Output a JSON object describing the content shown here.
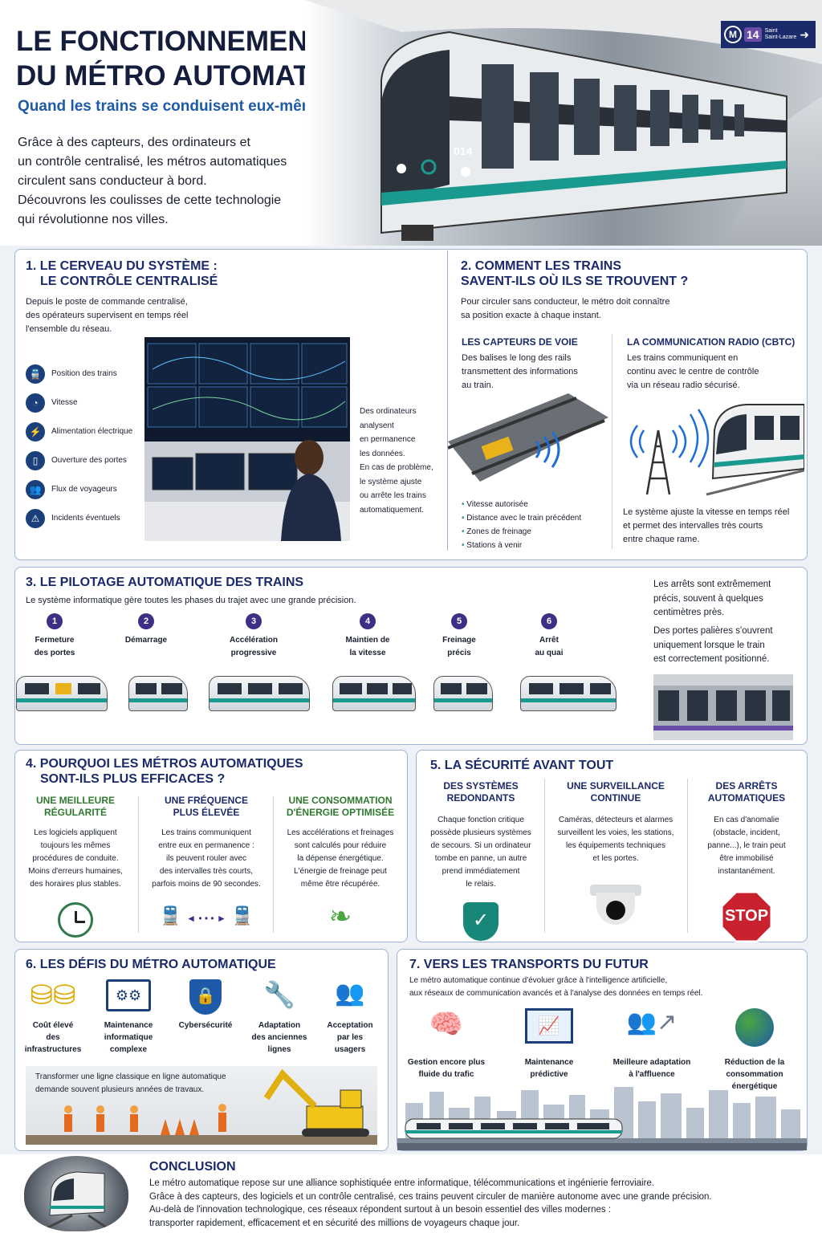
{
  "header": {
    "title_line1": "LE FONCTIONNEMENT",
    "title_line2": "DU MÉTRO AUTOMATIQUE",
    "subtitle": "Quand les trains se conduisent eux-mêmes",
    "intro": [
      "Grâce à des capteurs, des ordinateurs et",
      "un contrôle centralisé, les métros automatiques",
      "circulent sans conducteur à bord.",
      "Découvrons les coulisses de cette technologie",
      "qui révolutionne nos villes."
    ],
    "train_number": "014",
    "sign_line": "14",
    "sign_text1": "Saint",
    "sign_text2": "Saint-Lazare",
    "sign_m": "M"
  },
  "s1": {
    "title1": "1.  LE CERVEAU DU SYSTÈME :",
    "title2": "LE CONTRÔLE CENTRALISÉ",
    "text": [
      "Depuis le poste de commande centralisé,",
      "des opérateurs supervisent en temps réel",
      "l'ensemble du réseau."
    ],
    "items": [
      "Position des trains",
      "Vitesse",
      "Alimentation électrique",
      "Ouverture des portes",
      "Flux de voyageurs",
      "Incidents éventuels"
    ],
    "side": [
      "Des ordinateurs",
      "analysent",
      "en permanence",
      "les données.",
      "En cas de problème,",
      "le système ajuste",
      "ou arrête les trains",
      "automatiquement."
    ]
  },
  "s2": {
    "title1": "2. COMMENT LES TRAINS",
    "title2": "SAVENT-ILS OÙ ILS SE TROUVENT ?",
    "text": [
      "Pour circuler sans conducteur, le métro doit connaître",
      "sa position exacte à chaque instant."
    ],
    "left_title": "LES CAPTEURS DE VOIE",
    "left_text": [
      "Des balises le long des rails",
      "transmettent des informations",
      "au train."
    ],
    "bullets": [
      "Vitesse autorisée",
      "Distance avec le train précédent",
      "Zones de freinage",
      "Stations à venir"
    ],
    "right_title": "LA COMMUNICATION RADIO (CBTC)",
    "right_text": [
      "Les trains communiquent en",
      "continu avec le centre de contrôle",
      "via un réseau radio sécurisé."
    ],
    "right_foot": [
      "Le système ajuste la vitesse en temps réel",
      "et permet des intervalles très courts",
      "entre chaque rame."
    ]
  },
  "s3": {
    "title": "3. LE PILOTAGE AUTOMATIQUE DES TRAINS",
    "text": "Le système informatique gère toutes les phases du trajet avec une grande précision.",
    "steps": [
      {
        "n": "1",
        "l1": "Fermeture",
        "l2": "des portes"
      },
      {
        "n": "2",
        "l1": "Démarrage",
        "l2": ""
      },
      {
        "n": "3",
        "l1": "Accélération",
        "l2": "progressive"
      },
      {
        "n": "4",
        "l1": "Maintien de",
        "l2": "la vitesse"
      },
      {
        "n": "5",
        "l1": "Freinage",
        "l2": "précis"
      },
      {
        "n": "6",
        "l1": "Arrêt",
        "l2": "au quai"
      }
    ],
    "side1": [
      "Les arrêts sont extrêmement",
      "précis, souvent à quelques",
      "centimètres près."
    ],
    "side2": [
      "Des portes palières s'ouvrent",
      "uniquement lorsque le train",
      "est correctement positionné."
    ]
  },
  "s4": {
    "title1": "4.  POURQUOI LES MÉTROS AUTOMATIQUES",
    "title2": "SONT-ILS PLUS EFFICACES ?",
    "cols": [
      {
        "t1": "UNE MEILLEURE",
        "t2": "RÉGULARITÉ",
        "text": [
          "Les logiciels appliquent",
          "toujours les mêmes",
          "procédures de conduite.",
          "Moins d'erreurs humaines,",
          "des horaires plus stables."
        ]
      },
      {
        "t1": "UNE FRÉQUENCE",
        "t2": "PLUS ÉLEVÉE",
        "text": [
          "Les trains communiquent",
          "entre eux en permanence :",
          "ils peuvent rouler avec",
          "des intervalles très courts,",
          "parfois moins de 90 secondes."
        ]
      },
      {
        "t1": "UNE CONSOMMATION",
        "t2": "D'ÉNERGIE OPTIMISÉE",
        "text": [
          "Les accélérations et freinages",
          "sont calculés pour réduire",
          "la dépense énergétique.",
          "L'énergie de freinage peut",
          "même être récupérée."
        ]
      }
    ]
  },
  "s5": {
    "title": "5.  LA SÉCURITÉ AVANT TOUT",
    "cols": [
      {
        "t1": "DES SYSTÈMES",
        "t2": "REDONDANTS",
        "text": [
          "Chaque fonction critique",
          "possède plusieurs systèmes",
          "de secours. Si un ordinateur",
          "tombe en panne, un autre",
          "prend immédiatement",
          "le relais."
        ]
      },
      {
        "t1": "UNE SURVEILLANCE",
        "t2": "CONTINUE",
        "text": [
          "Caméras, détecteurs et alarmes",
          "surveillent les voies, les stations,",
          "les équipements techniques",
          "et les portes."
        ]
      },
      {
        "t1": "DES ARRÊTS",
        "t2": "AUTOMATIQUES",
        "text": [
          "En cas d'anomalie",
          "(obstacle, incident,",
          "panne...), le train peut",
          "être immobilisé",
          "instantanément."
        ]
      }
    ],
    "stop": "STOP"
  },
  "s6": {
    "title": "6.  LES DÉFIS DU MÉTRO AUTOMATIQUE",
    "items": [
      [
        "Coût élevé",
        "des",
        "infrastructures"
      ],
      [
        "Maintenance",
        "informatique",
        "complexe"
      ],
      [
        "Cybersécurité"
      ],
      [
        "Adaptation",
        "des anciennes",
        "lignes"
      ],
      [
        "Acceptation",
        "par les",
        "usagers"
      ]
    ],
    "note": [
      "Transformer une ligne classique en ligne automatique",
      "demande souvent plusieurs années de travaux."
    ]
  },
  "s7": {
    "title": "7.  VERS LES TRANSPORTS DU FUTUR",
    "text": [
      "Le métro automatique continue d'évoluer grâce à l'intelligence artificielle,",
      "aux réseaux de communication avancés et à l'analyse des données en temps réel."
    ],
    "items": [
      [
        "Gestion encore plus",
        "fluide du trafic"
      ],
      [
        "Maintenance",
        "prédictive"
      ],
      [
        "Meilleure adaptation",
        "à l'affluence"
      ],
      [
        "Réduction de la",
        "consommation",
        "énergétique"
      ]
    ]
  },
  "conclusion": {
    "title": "CONCLUSION",
    "lines": [
      "Le métro automatique repose sur une alliance sophistiquée entre informatique, télécommunications et ingénierie ferroviaire.",
      "Grâce à des capteurs, des logiciels et un contrôle centralisé, ces trains peuvent circuler de manière autonome avec une grande précision.",
      "Au-delà de l'innovation technologique, ces réseaux répondent surtout à un besoin essentiel des villes modernes :",
      "transporter rapidement, efficacement et en sécurité des millions de voyageurs chaque jour."
    ]
  }
}
